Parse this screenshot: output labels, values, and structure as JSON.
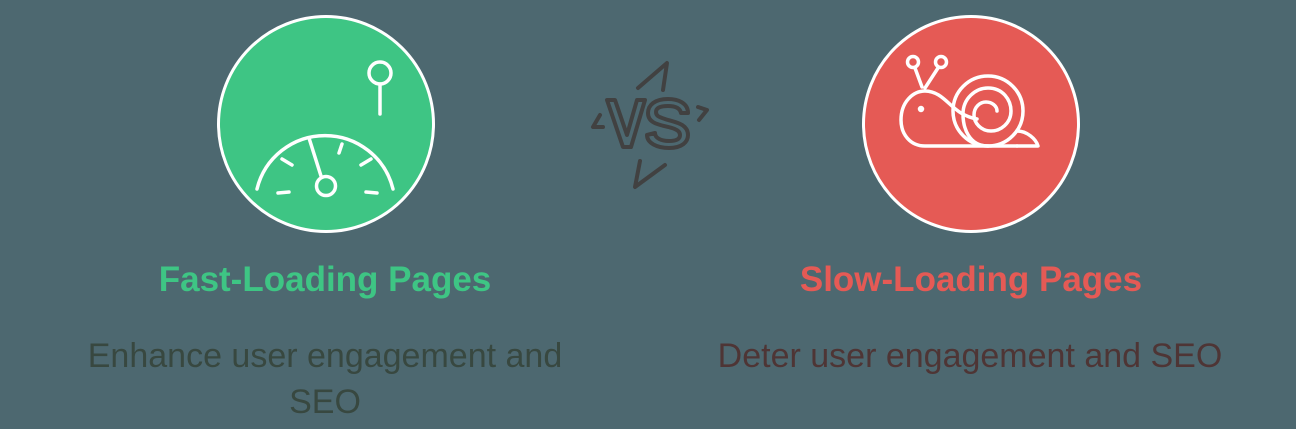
{
  "colors": {
    "background": "#4d6870",
    "fast_accent": "#3ec584",
    "slow_accent": "#e55a55",
    "fast_desc_text": "#384840",
    "slow_desc_text": "#4e3535",
    "vs_stroke": "#414141",
    "icon_stroke": "#ffffff"
  },
  "comparison": {
    "separator": {
      "label": "VS",
      "icon": "vs-lightning-icon"
    },
    "left": {
      "icon": "speedometer-icon",
      "title": "Fast-Loading Pages",
      "description": "Enhance user engagement and SEO"
    },
    "right": {
      "icon": "snail-icon",
      "title": "Slow-Loading Pages",
      "description": "Deter user engagement and SEO"
    }
  }
}
